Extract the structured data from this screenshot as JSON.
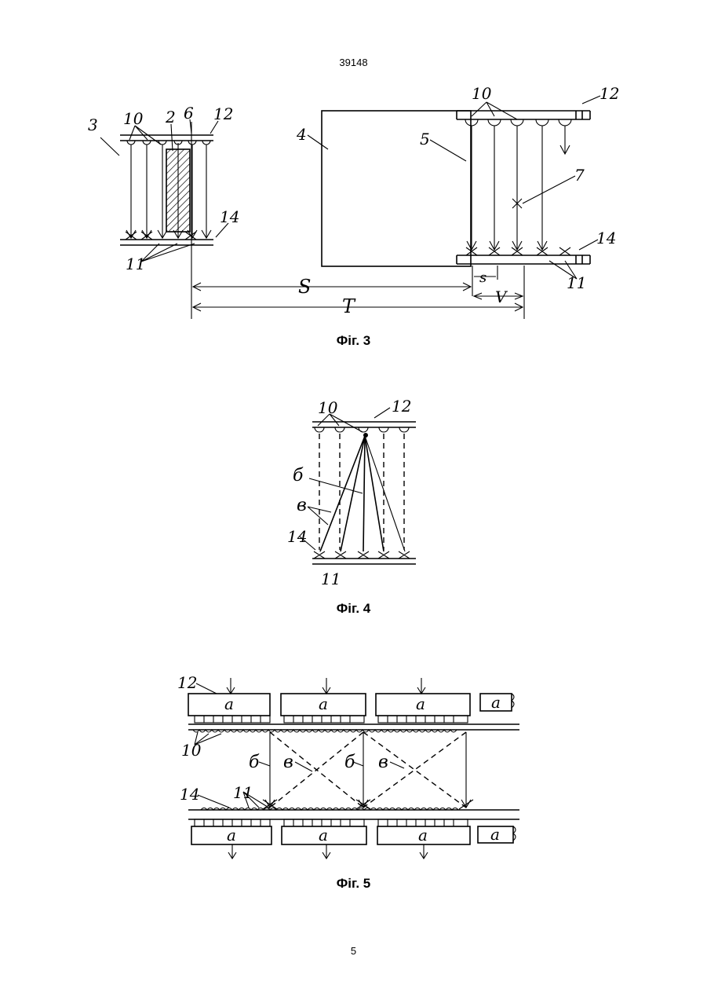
{
  "header": {
    "doc_number": "39148"
  },
  "footer": {
    "page_number": "5"
  },
  "figures": [
    {
      "caption": "Фіг. 3",
      "labels": {
        "l3": "3",
        "l10": "10",
        "l2": "2",
        "l6": "6",
        "l12": "12",
        "l14": "14",
        "l11": "11",
        "l4": "4",
        "l5": "5",
        "l7": "7",
        "l10b": "10",
        "l12b": "12",
        "l14b": "14",
        "l11b": "11",
        "S": "S",
        "s": "s",
        "V": "V",
        "T": "T"
      }
    },
    {
      "caption": "Фіг. 4",
      "labels": {
        "l10": "10",
        "l12": "12",
        "b": "б",
        "v": "в",
        "l14": "14",
        "l11": "11"
      }
    },
    {
      "caption": "Фіг. 5",
      "labels": {
        "l12": "12",
        "l10": "10",
        "l14": "14",
        "l11": "11",
        "b1": "б",
        "v1": "в",
        "b2": "б",
        "v2": "в",
        "a": "a"
      }
    }
  ]
}
